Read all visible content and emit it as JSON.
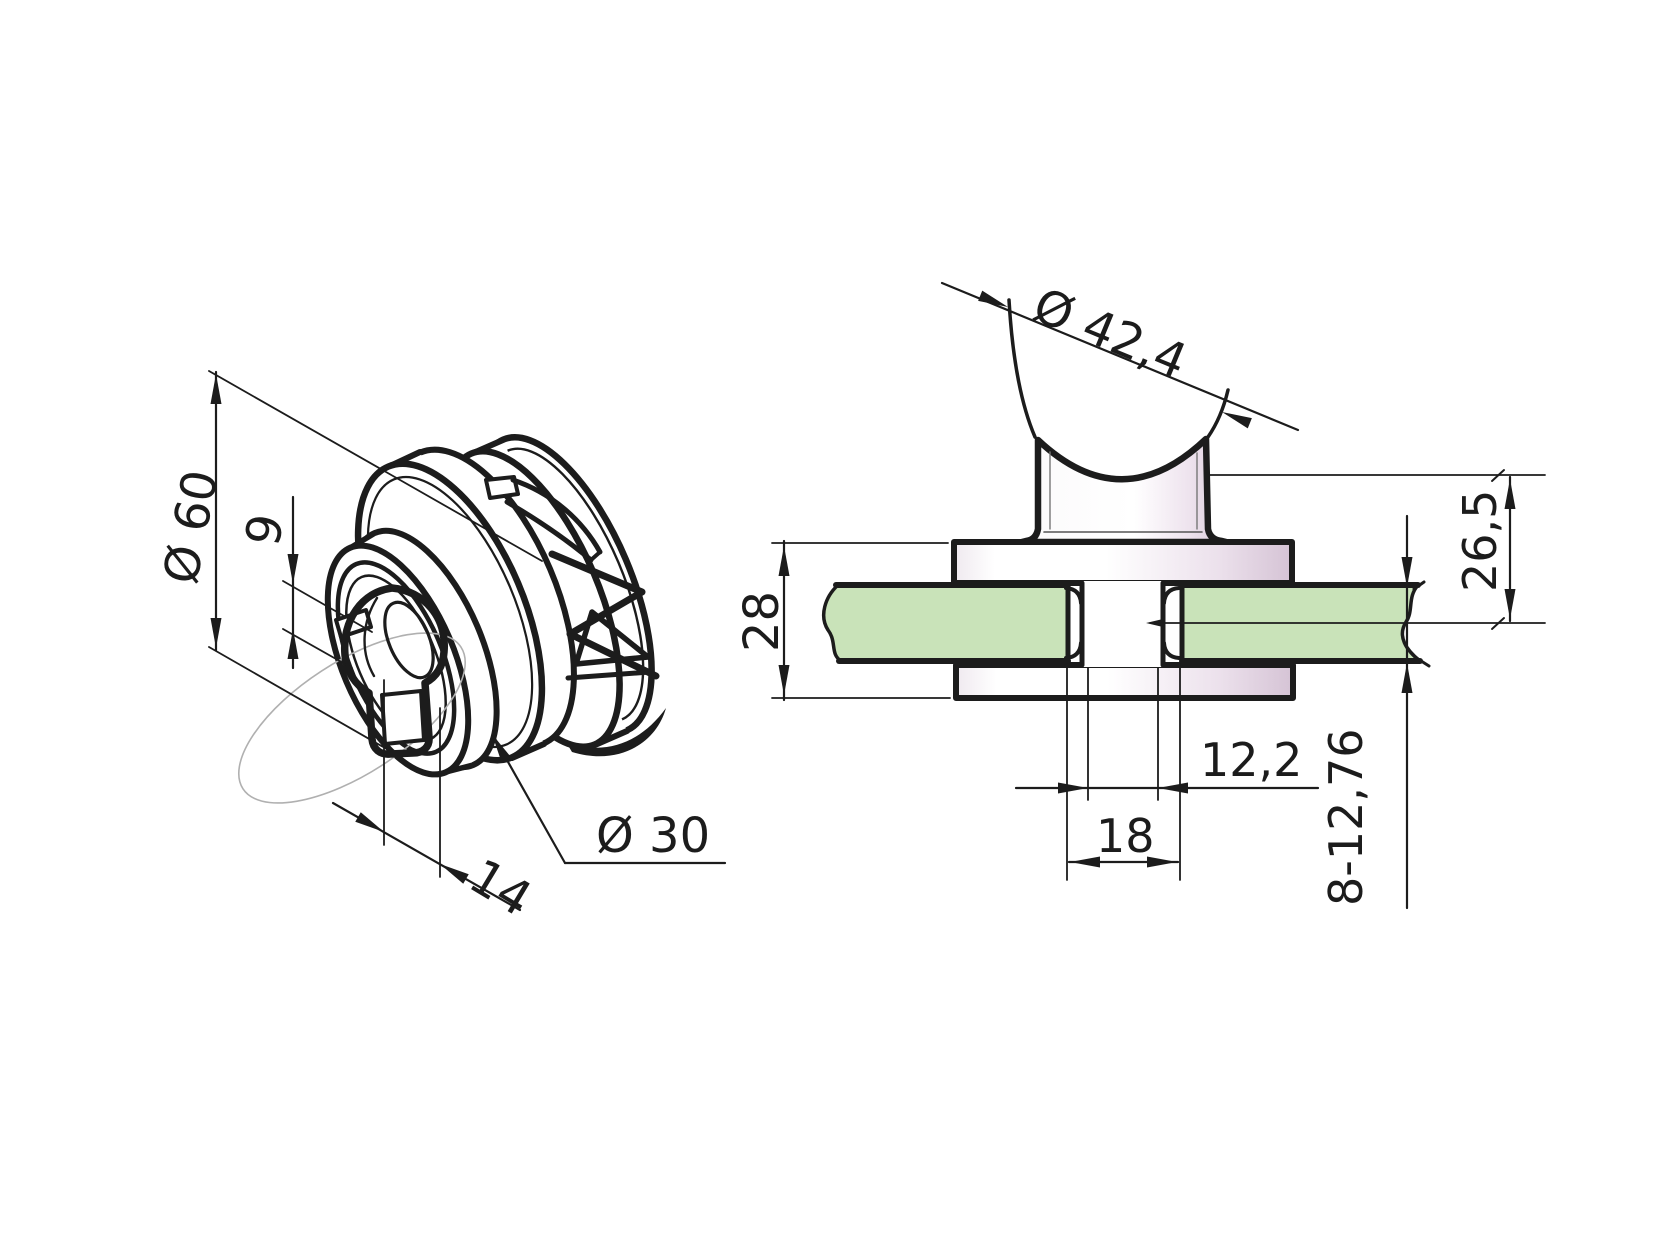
{
  "drawing": {
    "type": "technical-drawing-glass-clamp-adapter",
    "isometric_view": {
      "labels": {
        "outer_diameter": "Ø 60",
        "recess_depth": "9",
        "slot_width": "14",
        "bore_diameter": "Ø 30"
      }
    },
    "section_view": {
      "labels": {
        "tube_diameter": "Ø 42,4",
        "height_to_glass_center": "26,5",
        "body_height": "28",
        "inner_slot_width": "12,2",
        "stem_width": "18",
        "glass_thickness_range": "8-12,76"
      }
    },
    "colors": {
      "line": "#1c1c1c",
      "glass_green": "#c9e3b9",
      "metal_tint": "#d8c7d8",
      "projection_gray": "#b0b0b0"
    }
  }
}
